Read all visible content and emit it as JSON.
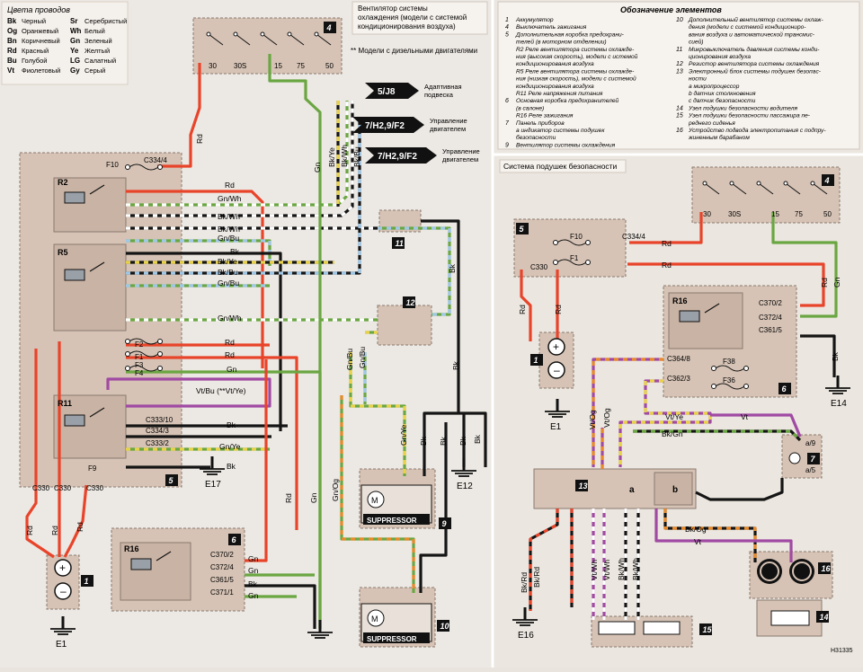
{
  "legend_colors": {
    "title": "Цвета проводов",
    "items": [
      {
        "code": "Bk",
        "name": "Черный"
      },
      {
        "code": "Sr",
        "name": "Серебристый"
      },
      {
        "code": "Og",
        "name": "Оранжевый"
      },
      {
        "code": "Wh",
        "name": "Белый"
      },
      {
        "code": "Bn",
        "name": "Коричневый"
      },
      {
        "code": "Gn",
        "name": "Зеленый"
      },
      {
        "code": "Rd",
        "name": "Красный"
      },
      {
        "code": "Ye",
        "name": "Желтый"
      },
      {
        "code": "Bu",
        "name": "Голубой"
      },
      {
        "code": "LG",
        "name": "Салатный"
      },
      {
        "code": "Vt",
        "name": "Фиолетовый"
      },
      {
        "code": "Gy",
        "name": "Серый"
      }
    ]
  },
  "fan_title": [
    "Вентилятор системы",
    "охлаждения (модели с системой",
    "кондиционирования воздуха)"
  ],
  "diesel_note": "** Модели с дизельными двигателями",
  "arrows": [
    {
      "id": "5/J8",
      "label": [
        "Адаптивная",
        "подвеска"
      ]
    },
    {
      "id": "7/H2,9/F2",
      "label": [
        "Управление",
        "двигателем"
      ]
    },
    {
      "id": "7/H2,9/F2",
      "label": [
        "Управление",
        "двигателем"
      ]
    }
  ],
  "elements": {
    "title": "Обозначение элементов",
    "col1": [
      {
        "n": "1",
        "t": "Аккумулятор"
      },
      {
        "n": "4",
        "t": "Выключатель зажигания"
      },
      {
        "n": "5",
        "t": "Дополнительная коробка предохрани-"
      },
      {
        "n": "",
        "t": "телей (в моторном отделении)"
      },
      {
        "n": "",
        "t": "R2 Реле вентилятора системы охлажде-"
      },
      {
        "n": "",
        "t": "ния (высокая скорость), модели с истемой"
      },
      {
        "n": "",
        "t": "кондиционирования воздуха"
      },
      {
        "n": "",
        "t": "R5 Реле вентилятора системы охлажде-"
      },
      {
        "n": "",
        "t": "ния (низкая скорость), модели с системой"
      },
      {
        "n": "",
        "t": "кондиционирования воздуха"
      },
      {
        "n": "",
        "t": "R11 Реле напряжения питания"
      },
      {
        "n": "6",
        "t": "Основная коробка предохранителей"
      },
      {
        "n": "",
        "t": "(в салоне)"
      },
      {
        "n": "",
        "t": "R16 Реле зажигания"
      },
      {
        "n": "7",
        "t": "Панель приборов"
      },
      {
        "n": "",
        "t": "a индикатор системы подушек"
      },
      {
        "n": "",
        "t": "безопасности"
      },
      {
        "n": "9",
        "t": "Вентилятор системы охлаждения"
      }
    ],
    "col2": [
      {
        "n": "10",
        "t": "Дополнительный вентилятор системы охлаж-"
      },
      {
        "n": "",
        "t": "дения (модели с системой кондициониро-"
      },
      {
        "n": "",
        "t": "вания воздуха и автоматической трансмис-"
      },
      {
        "n": "",
        "t": "сией)"
      },
      {
        "n": "11",
        "t": "Микровыключатель давления системы конди-"
      },
      {
        "n": "",
        "t": "ционирования воздуха"
      },
      {
        "n": "12",
        "t": "Резистор вентилятора системы охлаждения"
      },
      {
        "n": "13",
        "t": "Электронный блок системы подушек безопас-"
      },
      {
        "n": "",
        "t": "ности"
      },
      {
        "n": "",
        "t": "a микропроцессор"
      },
      {
        "n": "",
        "t": "b датчик столкновения"
      },
      {
        "n": "",
        "t": "c датчик безопасности"
      },
      {
        "n": "14",
        "t": "Узел подушки безопасности водителя"
      },
      {
        "n": "15",
        "t": "Узел подушки безопасности пассажира пе-"
      },
      {
        "n": "",
        "t": "реднего сиденья"
      },
      {
        "n": "16",
        "t": "Устройство подвода электропитания с подпру-"
      },
      {
        "n": "",
        "t": "жиненным барабаном"
      }
    ]
  },
  "airbag_title": "Система подушек безопасности",
  "labels": {
    "box4_pins": [
      "30",
      "30S",
      "15",
      "75",
      "50"
    ],
    "box4_num": "4",
    "box5_num": "5",
    "box6_num": "6",
    "fuses": [
      "F10",
      "F2",
      "F1",
      "F3",
      "F4",
      "F9",
      "F38",
      "F36"
    ],
    "relays": [
      "R2",
      "R5",
      "R11",
      "R16",
      "R16"
    ],
    "connectors": [
      "C334/4",
      "C330",
      "C330",
      "C330",
      "C333/10",
      "C334/3",
      "C333/2",
      "C370/2",
      "C372/4",
      "C361/5",
      "C371/1",
      "C334/4",
      "C330",
      "C370/2",
      "C372/4",
      "C361/5",
      "C364/8",
      "C362/3"
    ],
    "wires_left": [
      "Rd",
      "Gn/Wh",
      "Bk/Wh",
      "Bk/Wh",
      "Gn/Bu",
      "Bk",
      "Bk/Ye",
      "Bk/Bu",
      "Gn/Bu",
      "Gn/Wh",
      "Rd",
      "Rd",
      "Gn",
      "Vt/Bu (**Vt/Ye)",
      "Bk",
      "Bk",
      "Gn/Ye",
      "Bk",
      "Rd",
      "Rd",
      "Rd",
      "Rd",
      "Gn",
      "Bk",
      "Gn",
      "Rd",
      "Gn/Ye",
      "Gn/Ye",
      "Gn/Bu",
      "Gn/Bu",
      "Gn/Og",
      "Gn",
      "Rd",
      "Bk",
      "Bk",
      "Bk",
      "Bk/Ye",
      "Bk/Wh",
      "Bk/Bu"
    ],
    "wires_right": [
      "Rd",
      "Rd",
      "Rd",
      "Rd",
      "Gn",
      "Bk",
      "Vt/Og",
      "Vt/Og",
      "Vt/Ye",
      "Vt",
      "Bk/Gn",
      "Bk/Og",
      "Vt",
      "Bk/Rd",
      "Bk/Rd",
      "Vt/Wh",
      "Vt/Wh",
      "Bk/Wh",
      "Bk/Wh"
    ],
    "grounds": [
      "E1",
      "E17",
      "E12",
      "E1",
      "E14",
      "E16"
    ],
    "suppressor": "SUPPRESSOR",
    "nums": [
      "1",
      "9",
      "10",
      "11",
      "12",
      "13",
      "14",
      "15",
      "16",
      "7"
    ],
    "pin_a9": "a/9",
    "pin_a5": "a/5",
    "ecu_a": "a",
    "ecu_b": "b",
    "corner_code": "H31335"
  },
  "colors": {
    "red": "#e8442a",
    "green": "#6aa642",
    "black": "#151515",
    "violet": "#a04aa3",
    "yellow": "#e8d24a",
    "blue": "#9fc7e6",
    "box": "#d2bcad",
    "panel": "#ece7e1"
  }
}
